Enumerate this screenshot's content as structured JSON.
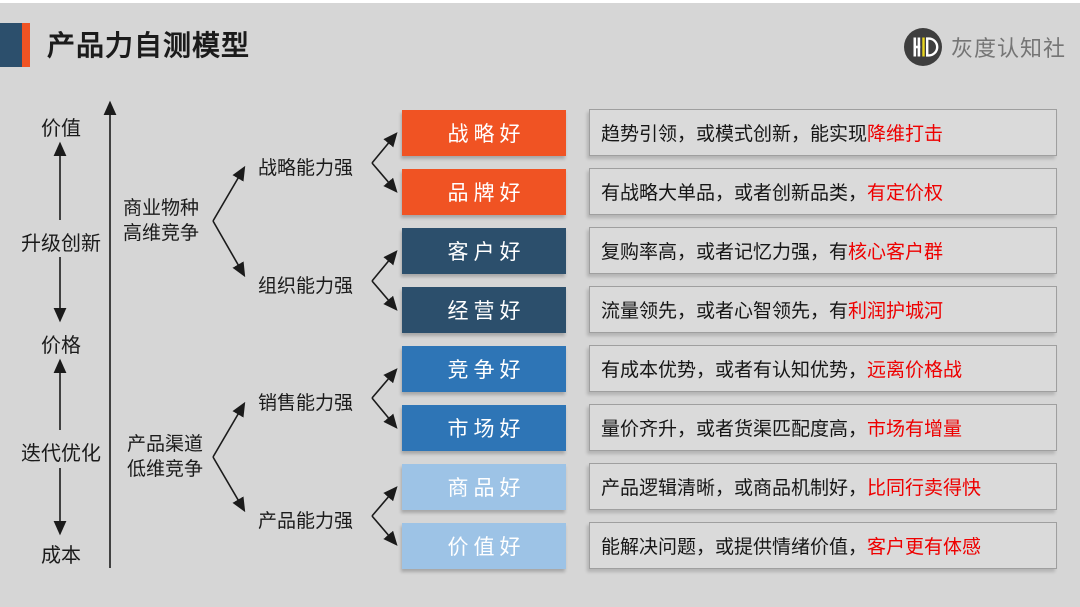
{
  "page": {
    "title": "产品力自测模型",
    "background": "#d6d6d6"
  },
  "brand": {
    "name": "灰度认知社",
    "monogram": "HD"
  },
  "axis": {
    "labels": [
      "价值",
      "升级创新",
      "价格",
      "迭代优化",
      "成本"
    ]
  },
  "groups": [
    {
      "line1": "商业物种",
      "line2": "高维竞争"
    },
    {
      "line1": "产品渠道",
      "line2": "低维竞争"
    }
  ],
  "capabilities": [
    "战略能力强",
    "组织能力强",
    "销售能力强",
    "产品能力强"
  ],
  "rows": [
    {
      "box": "战略好",
      "color": "#f05323",
      "desc": "趋势引领，或模式创新，能实现",
      "highlight": "降维打击"
    },
    {
      "box": "品牌好",
      "color": "#f05323",
      "desc": "有战略大单品，或者创新品类，",
      "highlight": "有定价权"
    },
    {
      "box": "客户好",
      "color": "#2c4f6c",
      "desc": "复购率高，或者记忆力强，有",
      "highlight": "核心客户群"
    },
    {
      "box": "经营好",
      "color": "#2c4f6c",
      "desc": "流量领先，或者心智领先，有",
      "highlight": "利润护城河"
    },
    {
      "box": "竞争好",
      "color": "#2e75b6",
      "desc": "有成本优势，或者有认知优势，",
      "highlight": "远离价格战"
    },
    {
      "box": "市场好",
      "color": "#2e75b6",
      "desc": "量价齐升，或者货渠匹配度高，",
      "highlight": "市场有增量"
    },
    {
      "box": "商品好",
      "color": "#9dc3e6",
      "desc": "产品逻辑清晰，或商品机制好，",
      "highlight": "比同行卖得快"
    },
    {
      "box": "价值好",
      "color": "#9dc3e6",
      "desc": "能解决问题，或提供情绪价值，",
      "highlight": "客户更有体感"
    }
  ],
  "colors": {
    "accent_orange": "#f05323",
    "accent_navy": "#2c4f6c",
    "accent_blue": "#2e75b6",
    "accent_lightblue": "#9dc3e6",
    "highlight_red": "#ee0000",
    "desc_fill": "#dadada",
    "desc_border": "#9f9f9f",
    "logo_yellow": "#e8d51e"
  }
}
